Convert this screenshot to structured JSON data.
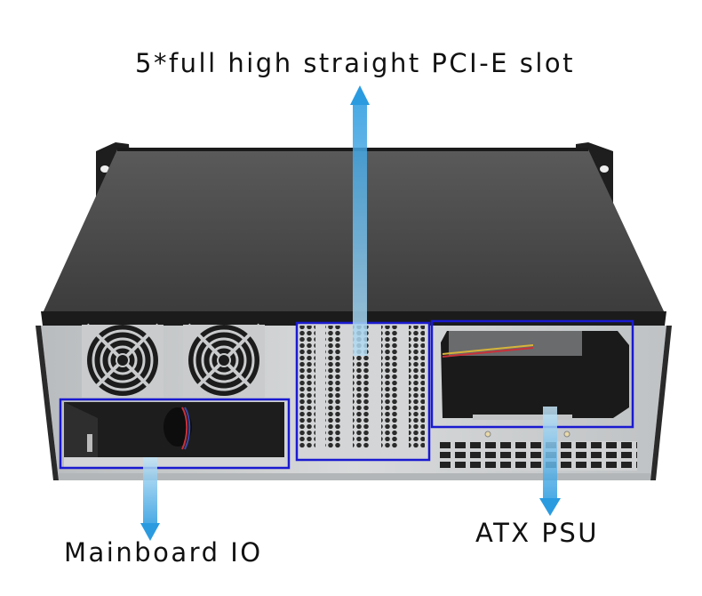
{
  "labels": {
    "pcie": "5*full high straight PCI-E slot",
    "mainboard_io": "Mainboard IO",
    "atx_psu": "ATX PSU"
  },
  "callouts": [
    {
      "name": "pcie-slots",
      "label": "5*full high straight PCI-E slot",
      "arrow_direction": "up",
      "slot_count": 5
    },
    {
      "name": "mainboard-io",
      "label": "Mainboard IO",
      "arrow_direction": "down"
    },
    {
      "name": "atx-psu",
      "label": "ATX PSU",
      "arrow_direction": "down"
    }
  ],
  "colors": {
    "highlight_box": "#1a1ad0",
    "arrow": "#3aa8e8",
    "chassis_top": "#4a4a4a",
    "chassis_panel": "#c9cccd",
    "label_text": "#111111"
  },
  "icons": {
    "fan": "fan-grille-icon",
    "arrow_up": "arrow-up-icon",
    "arrow_down": "arrow-down-icon"
  }
}
